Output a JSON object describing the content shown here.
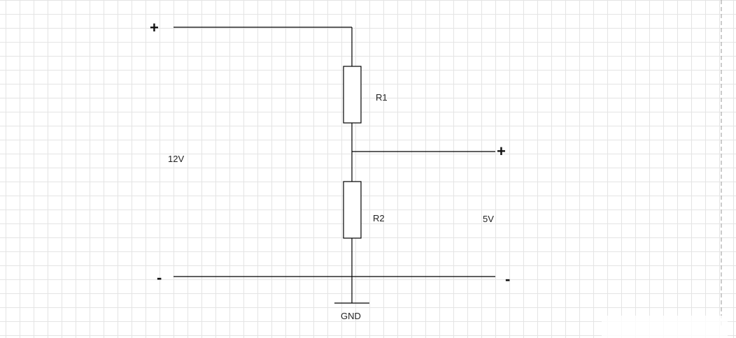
{
  "diagram": {
    "input": {
      "positive_sign": "+",
      "negative_sign": "-",
      "voltage_label": "12V"
    },
    "output": {
      "positive_sign": "+",
      "negative_sign": "-",
      "voltage_label": "5V"
    },
    "resistors": [
      {
        "name": "R1"
      },
      {
        "name": "R2"
      }
    ],
    "ground_label": "GND"
  },
  "colors": {
    "wire": "#000000",
    "grid": "#e4e4e4",
    "background": "#ffffff"
  }
}
